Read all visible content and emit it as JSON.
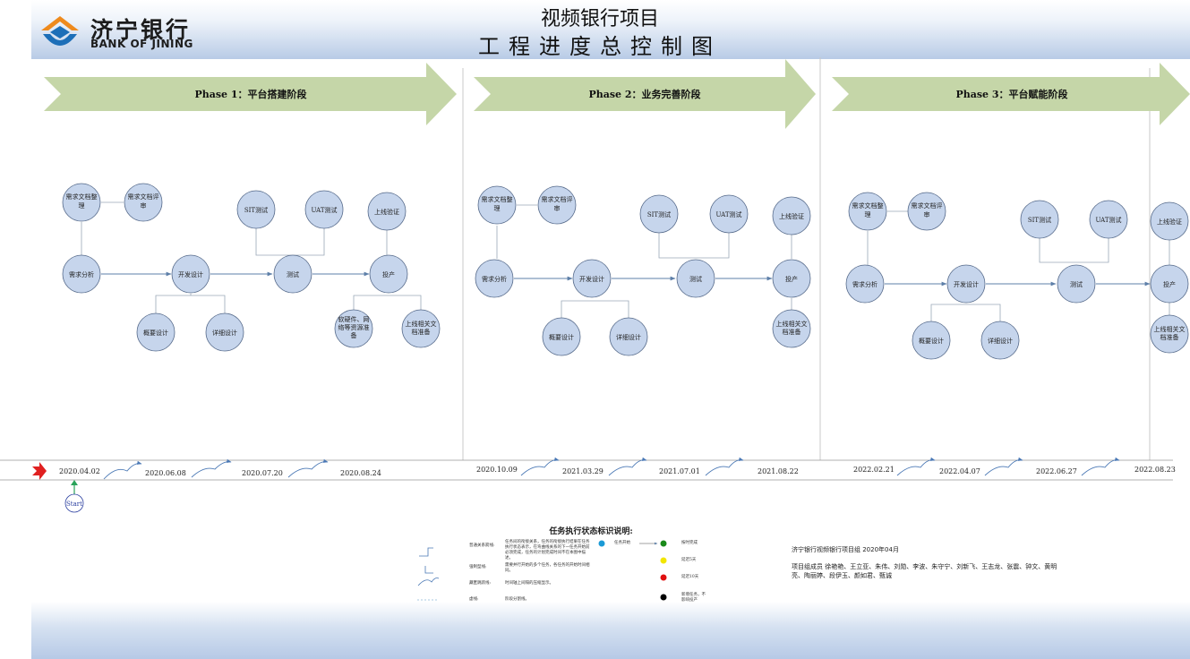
{
  "header": {
    "bank_name_cn": "济宁银行",
    "bank_name_en": "BANK OF JINING",
    "title_line1": "视频银行项目",
    "title_line2": "工程进度总控制图"
  },
  "phases": [
    {
      "label": "Phase 1：平台搭建阶段"
    },
    {
      "label": "Phase 2：业务完善阶段"
    },
    {
      "label": "Phase 3：平台赋能阶段"
    }
  ],
  "nodes": {
    "req_doc": "需求文档整理",
    "req_review": "需求文档评审",
    "req_analysis": "需求分析",
    "dev_design": "开发设计",
    "outline_design": "概要设计",
    "detail_design": "详细设计",
    "test": "测试",
    "sit": "SIT测试",
    "uat": "UAT测试",
    "go_live_verify": "上线验证",
    "production": "投产",
    "hw_prep": "软硬件、网络等资源准备",
    "doc_prep": "上线相关文档准备"
  },
  "timeline": {
    "dates": [
      "2020.04.02",
      "2020.06.08",
      "2020.07.20",
      "2020.08.24",
      "2020.10.09",
      "2021.03.29",
      "2021.07.01",
      "2021.08.22",
      "2022.02.21",
      "2022.04.07",
      "2022.06.27",
      "2022.08.23"
    ],
    "start_label": "Start"
  },
  "legend": {
    "title": "任务执行状态标识说明:",
    "items": [
      {
        "label": "普通关系箭线:",
        "desc": "任务间的衔接关系，任务的衔接执行结果在任务执行状态表示，在弯曲线关系的下一任务开始前必须完成，任务的计划完成时间不在本图中描述。"
      },
      {
        "label": "强制型线:",
        "desc": "需要并行开始的多个任务，各任务的开始时间相同。"
      },
      {
        "label": "藏匿跳跃线:",
        "desc": "时间轴上间隔的压缩显示。"
      },
      {
        "label": "虚线:",
        "desc": "阶段分割线。"
      }
    ],
    "status_start": "任务开始",
    "statuses": [
      {
        "label": "按时完成",
        "color": "#1a8a1a"
      },
      {
        "label": "延迟5天",
        "color": "#f2e600"
      },
      {
        "label": "延迟10天",
        "color": "#e01010"
      },
      {
        "label": "新增任务，不影响投产",
        "color": "#000000"
      }
    ]
  },
  "team": {
    "group": "济宁银行视频银行项目组 2020年04月",
    "members": "项目组成员 徐艳艳、王立亚、朱伟、刘勋、李波、朱守宁、刘新飞、王志龙、张震、钟文、黄明亮、陶丽婷、段伊玉、颜如君、甄诚"
  },
  "colors": {
    "arrow_fill": "#c5d6a8",
    "node_fill": "#c6d5ec",
    "node_stroke": "#566a8a",
    "link": "#5d7fa8",
    "wave": "#4a78b5",
    "header_blue": "#b8cbe6",
    "logo_orange": "#ee8a1d",
    "logo_blue": "#1d6fb8",
    "start_arrow": "#e02020",
    "start_up_arrow": "#2aa35a"
  }
}
